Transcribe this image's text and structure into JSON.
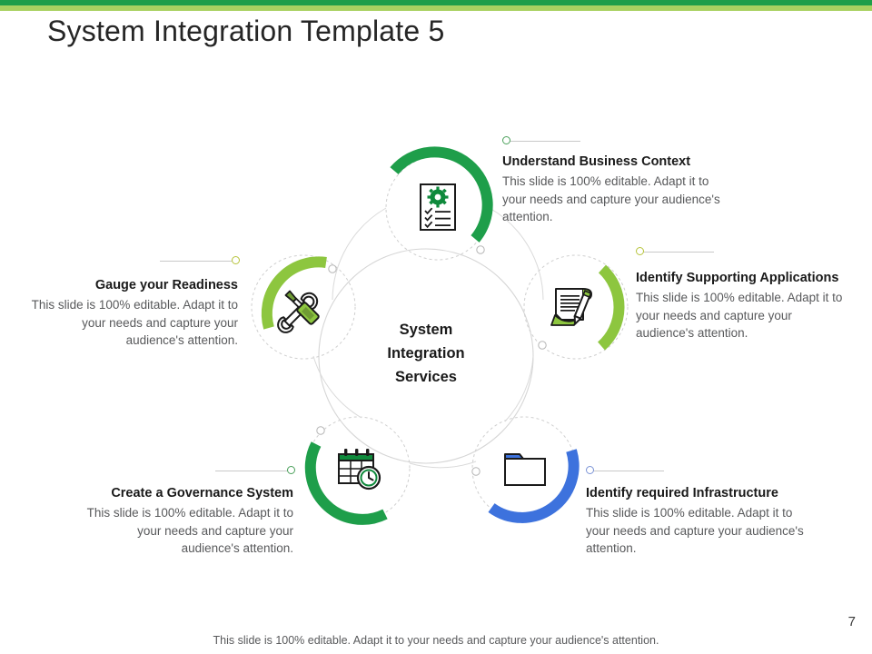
{
  "slide": {
    "title": "System Integration Template 5",
    "page_number": "7",
    "footer_note": "This slide is 100% editable. Adapt it to your needs and capture your audience's attention."
  },
  "theme": {
    "stripe_dark": "#1e9e4a",
    "stripe_light": "#a9d161",
    "green_dark": "#1e9e4a",
    "green_light": "#8dc63f",
    "blue": "#3d72dd",
    "dashed_gray": "#cfcfcf",
    "body_text": "#58595b",
    "heading_text": "#1a1a1a"
  },
  "center": {
    "line1": "System",
    "line2": "Integration",
    "line3": "Services"
  },
  "nodes": [
    {
      "id": "understand-business-context",
      "heading": "Understand Business Context",
      "body": "This slide is 100% editable. Adapt it to your needs and capture your audience's attention.",
      "icon": "document-gear-checklist-icon",
      "arc_color": "#1e9e4a",
      "marker_color": "#4aa05a",
      "align": "left"
    },
    {
      "id": "identify-supporting-applications",
      "heading": "Identify Supporting Applications",
      "body": "This slide is 100% editable. Adapt it to your needs and capture your audience's attention.",
      "icon": "scroll-pen-icon",
      "arc_color": "#8dc63f",
      "marker_color": "#b7c43c",
      "align": "left"
    },
    {
      "id": "gauge-your-readiness",
      "heading": "Gauge your Readiness",
      "body": "This slide is 100% editable. Adapt it to your needs and capture your audience's attention.",
      "icon": "wrench-screwdriver-icon",
      "arc_color": "#8dc63f",
      "marker_color": "#b7c43c",
      "align": "right"
    },
    {
      "id": "create-a-governance-system",
      "heading": "Create a Governance System",
      "body": "This slide is 100% editable. Adapt it to your needs and capture your audience's attention.",
      "icon": "calendar-clock-icon",
      "arc_color": "#1e9e4a",
      "marker_color": "#4aa05a",
      "align": "right"
    },
    {
      "id": "identify-required-infrastructure",
      "heading": "Identify required Infrastructure",
      "body": "This slide is 100% editable. Adapt it to your needs and capture your audience's attention.",
      "icon": "folder-icon",
      "arc_color": "#3d72dd",
      "marker_color": "#7b93d6",
      "align": "left"
    }
  ]
}
